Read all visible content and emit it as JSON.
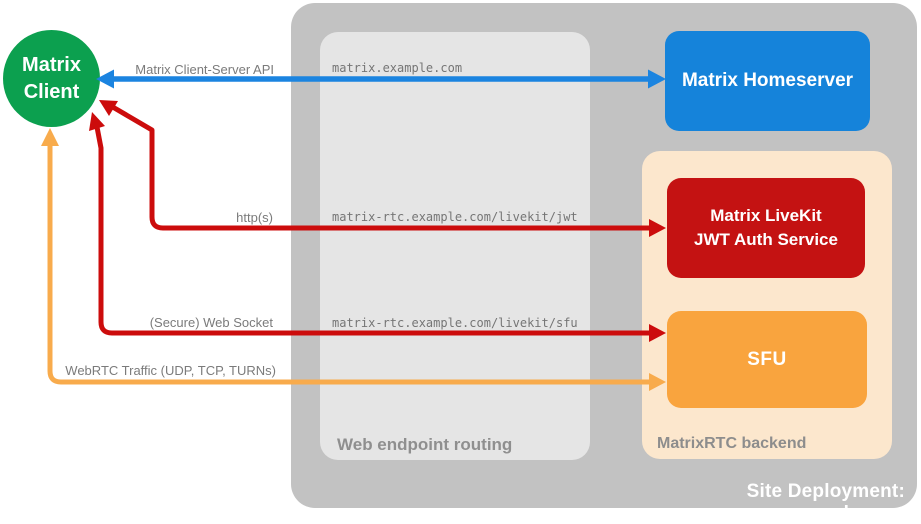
{
  "colors": {
    "matrix_client_green": "#0ca04f",
    "homeserver_blue": "#1583da",
    "jwt_red": "#c41212",
    "sfu_orange": "#f9a43e",
    "backend_peach": "#fce7cd",
    "site_gray": "#c2c2c2",
    "routing_gray": "#e5e5e5",
    "edge_label_gray": "#7b7b7b"
  },
  "nodes": {
    "matrix_client": "Matrix\nClient",
    "matrix_homeserver": "Matrix Homeserver",
    "jwt_auth_service": "Matrix LiveKit\nJWT Auth Service",
    "sfu": "SFU"
  },
  "containers": {
    "site_deployment": "Site Deployment: example.com",
    "web_endpoint_routing": "Web endpoint routing",
    "matrixrtc_backend": "MatrixRTC backend"
  },
  "edges": {
    "client_server_api": {
      "label": "Matrix Client-Server API",
      "route": "matrix.example.com",
      "color": "#1b84e0"
    },
    "https_jwt": {
      "label": "http(s)",
      "route": "matrix-rtc.example.com/livekit/jwt",
      "color": "#cc0c0c"
    },
    "websocket_sfu": {
      "label": "(Secure) Web Socket",
      "route": "matrix-rtc.example.com/livekit/sfu",
      "color": "#cc0c0c"
    },
    "webrtc_traffic": {
      "label": "WebRTC Traffic (UDP, TCP, TURNs)",
      "color": "#f8ab4c"
    }
  }
}
